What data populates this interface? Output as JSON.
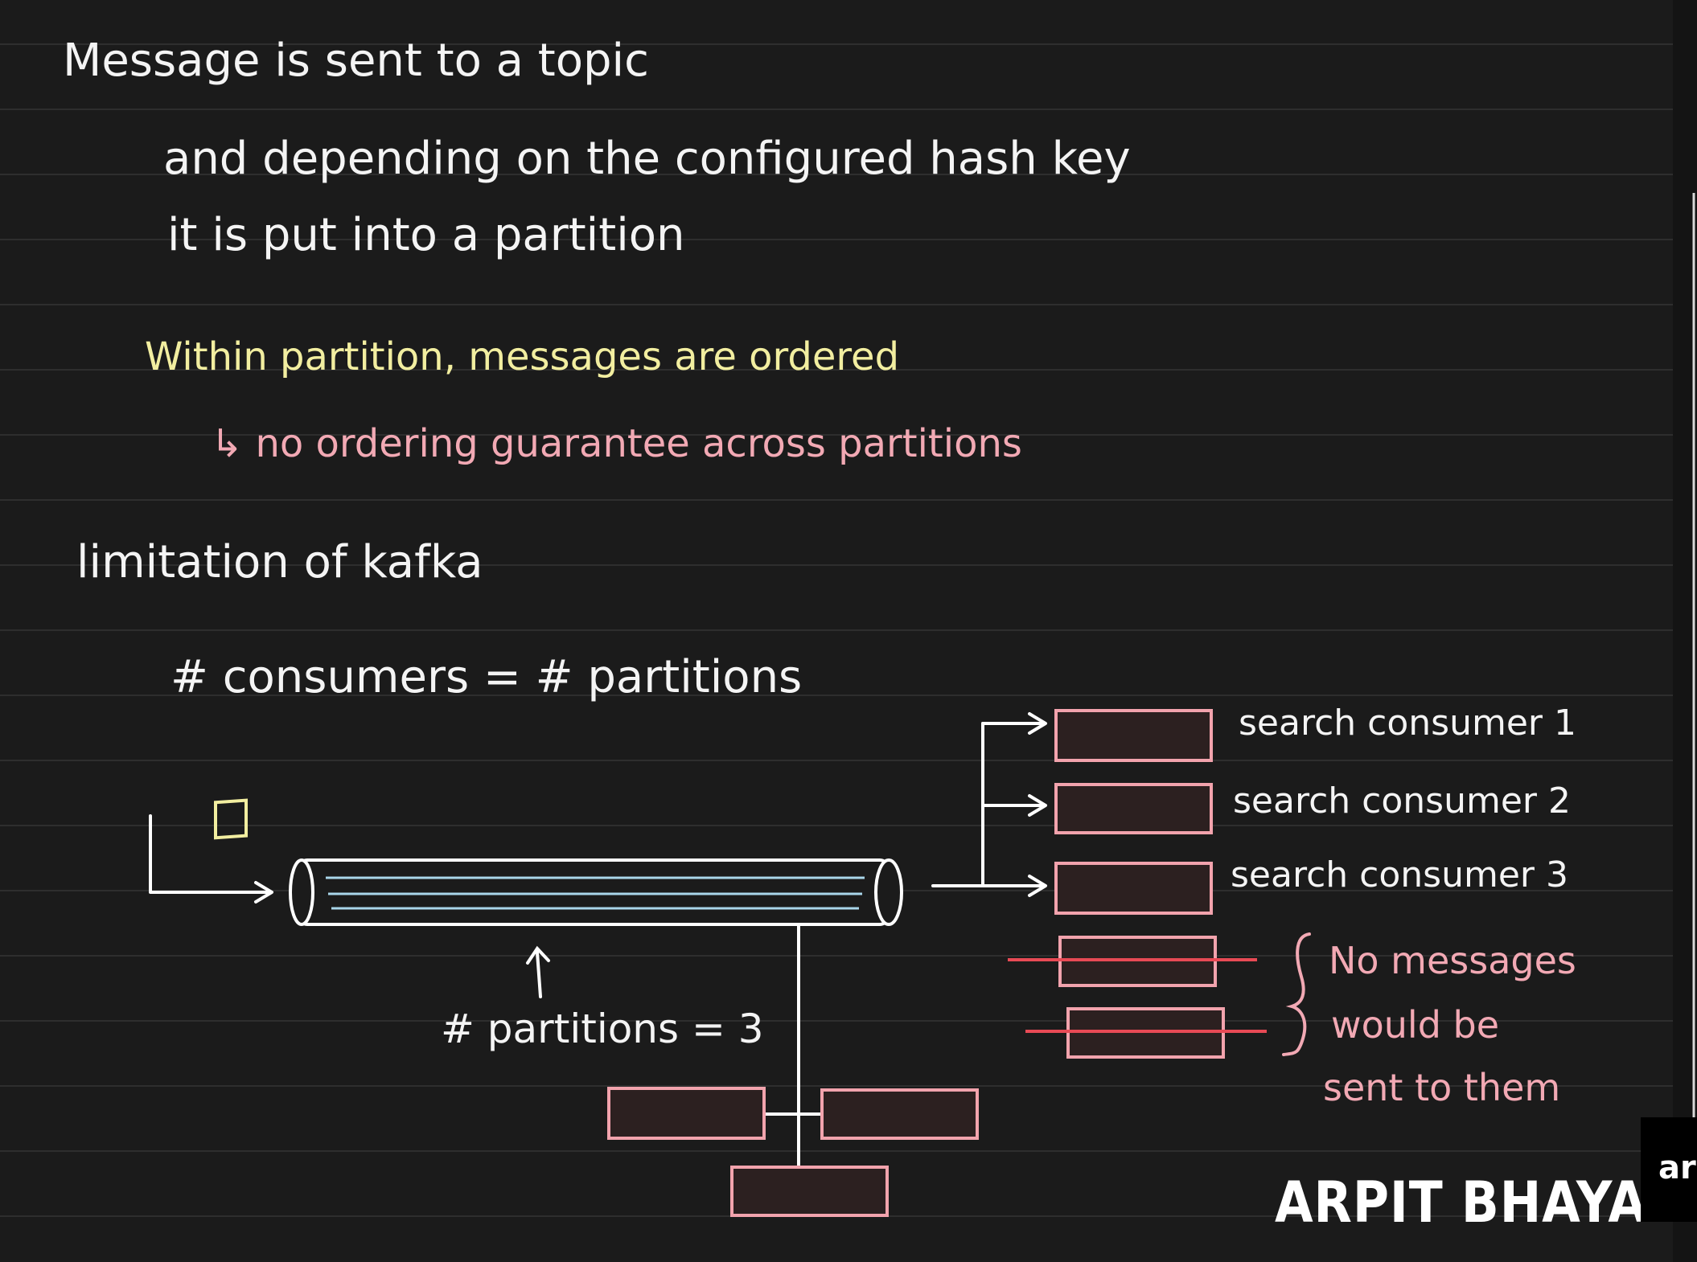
{
  "notes": {
    "line1": "Message is sent to a topic",
    "line2": "and depending on the configured hash key",
    "line3": "it is put into a partition",
    "ordering_note": "Within partition, messages are ordered",
    "ordering_sub": "↳ no ordering guarantee across partitions",
    "limitation_heading": "limitation of kafka",
    "equation": "# consumers = # partitions"
  },
  "diagram": {
    "partition_count_label": "# partitions = 3",
    "consumers": [
      {
        "label": "search consumer 1"
      },
      {
        "label": "search consumer 2"
      },
      {
        "label": "search consumer 3"
      }
    ],
    "idle_note": [
      "No messages",
      "would be",
      "sent to them"
    ]
  },
  "branding": {
    "watermark": "ARPIT BHAYANI",
    "badge": "ar"
  },
  "colors": {
    "background": "#1b1b1b",
    "ink_white": "#f4f4f4",
    "ink_yellow": "#f2eea0",
    "ink_pink": "#f2a9b4",
    "box_stroke": "#f2a3ad",
    "box_fill": "#2c2020",
    "strike_red": "#e84a55",
    "pipe_lines": "#a9d6ea"
  }
}
